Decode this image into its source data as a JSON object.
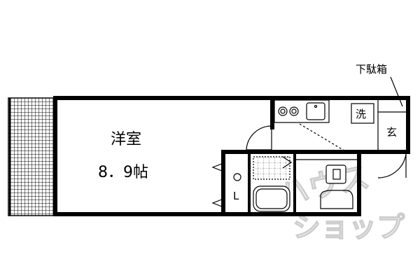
{
  "rooms": {
    "western_room_label": "洋室",
    "western_room_size": "8．9帖",
    "washer_label": "洗",
    "entrance_label": "玄",
    "closet_label": "L",
    "shoe_box_label": "下駄箱"
  },
  "watermark": {
    "line1": "ハウス",
    "line2": "ショップ"
  },
  "colors": {
    "walls": "#000000",
    "balcony_grid": "#000000",
    "watermark": "#c8c8c8"
  }
}
